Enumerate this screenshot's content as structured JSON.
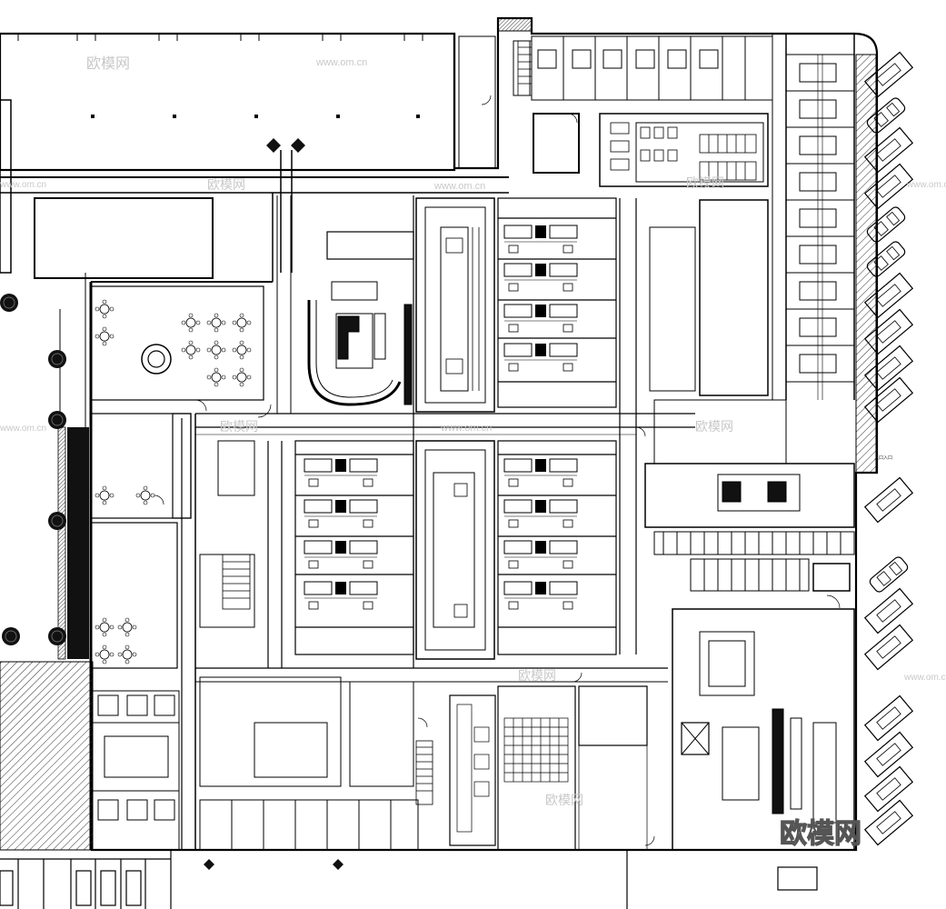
{
  "colors": {
    "background": "#ffffff",
    "line": "#111111",
    "hatch": "#333333",
    "watermark": "#c8c8c8"
  },
  "watermarks": {
    "brand_cn": "欧模网",
    "brand_url": "www.om.cn",
    "corner_brand": "欧模网"
  },
  "labels": {
    "entrance_tag": "入口入口"
  },
  "icons": [
    "tree-icon",
    "parked-car-icon",
    "toilet-fixture-icon",
    "bed-icon",
    "table-chair-icon",
    "stair-icon",
    "door-swing-icon",
    "column-grid-icon",
    "round-table-icon",
    "curved-counter-icon"
  ]
}
